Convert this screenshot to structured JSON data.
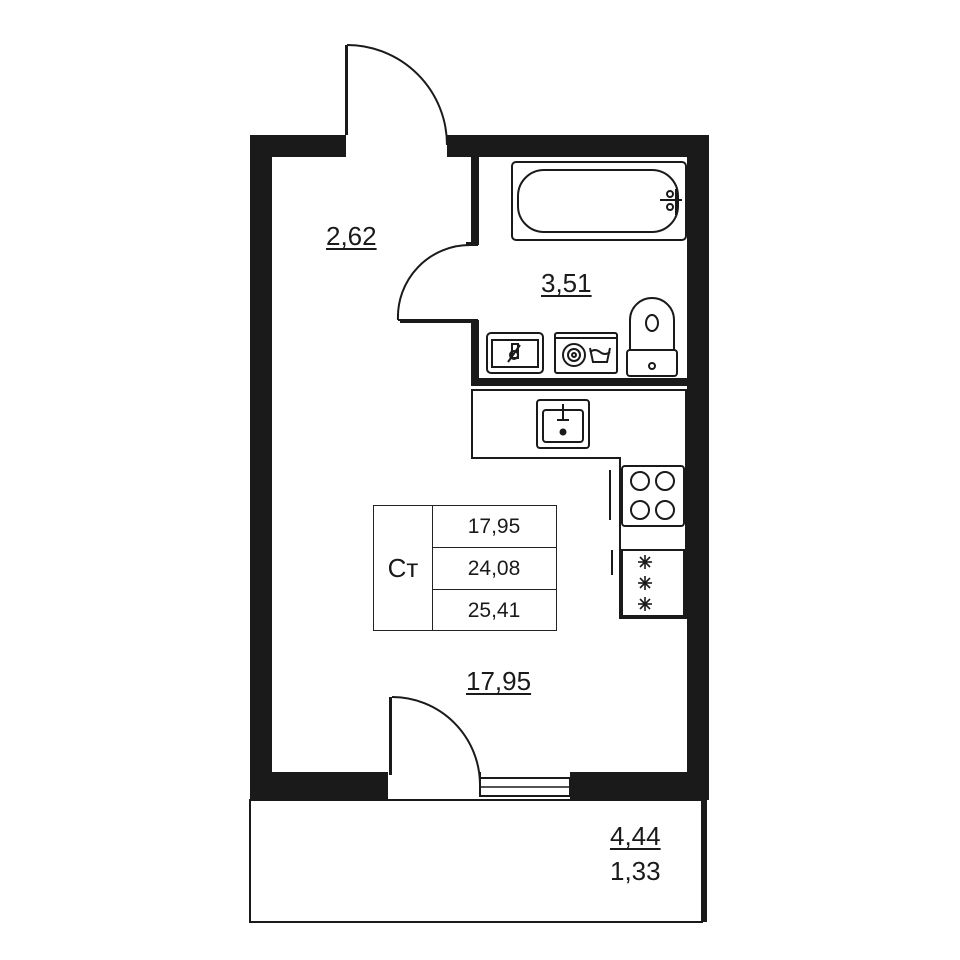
{
  "rooms": {
    "hall": {
      "area": "2,62"
    },
    "bathroom": {
      "area": "3,51"
    },
    "main_room": {
      "area": "17,95"
    },
    "balcony": {
      "area_full": "4,44",
      "area_reduced": "1,33"
    }
  },
  "summary_table": {
    "type_code": "Ст",
    "living_area": "17,95",
    "total_area": "24,08",
    "total_area_with_balcony": "25,41"
  },
  "colors": {
    "wall": "#1a1a1a",
    "line": "#222222",
    "background": "#ffffff"
  },
  "icons": [
    "bathtub-icon",
    "washbasin-icon",
    "washing-machine-icon",
    "toilet-icon",
    "kitchen-sink-icon",
    "cooktop-icon",
    "refrigerator-icon"
  ]
}
